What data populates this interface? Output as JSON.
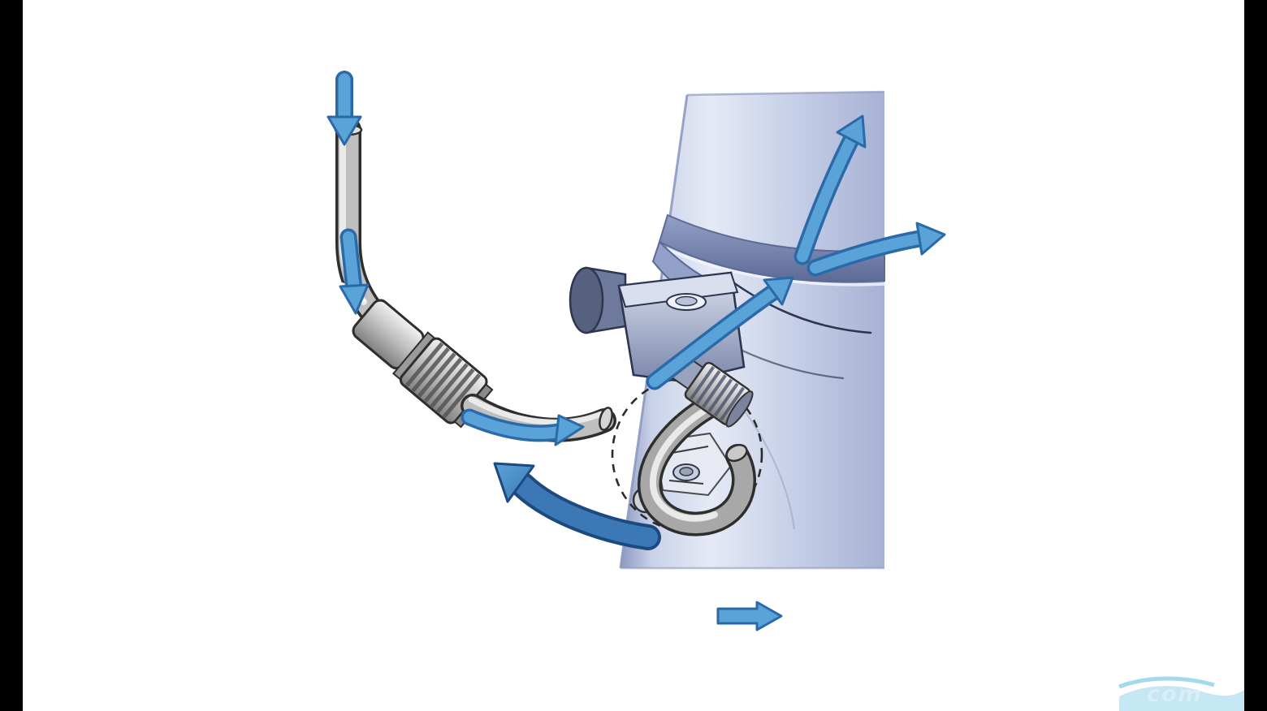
{
  "figure": {
    "alt": "Technical illustration of a garden hose with a threaded coupling connected to a flushing attachment clamped on an outboard motor leg; blue arrows show water flow in through the hose and out around the motor leg."
  },
  "watermark": {
    "text": "com"
  },
  "arrows": [
    {
      "name": "inlet-flow-top",
      "direction": "down"
    },
    {
      "name": "inlet-flow-bend",
      "direction": "down"
    },
    {
      "name": "hose-flow",
      "direction": "right"
    },
    {
      "name": "return-flow-curl",
      "direction": "up-left"
    },
    {
      "name": "bracket-outflow",
      "direction": "up-right"
    },
    {
      "name": "leg-outflow-vertical",
      "direction": "up"
    },
    {
      "name": "leg-outflow-side",
      "direction": "right"
    },
    {
      "name": "bottom-flow",
      "direction": "right"
    }
  ],
  "colors": {
    "background": "#ffffff",
    "side_bars": "#000000",
    "pipe_light": "#e6eaf6",
    "pipe_mid": "#c9d2e9",
    "pipe_dark": "#a7b2d4",
    "pipe_edge": "#8d99c0",
    "clamp_fill": "#93a0c8",
    "clamp_edge": "#5d6a96",
    "bracket_light": "#d9dfee",
    "bracket_dark": "#7b87ab",
    "boss_dark": "#566180",
    "boss_mid": "#6d7a9c",
    "line_dark": "#2e3550",
    "metal_light": "#f2f2f2",
    "metal_mid": "#bdbdbd",
    "metal_dark": "#808080",
    "hose_outline": "#2e2e2e",
    "hose_body": "#bfbfbf",
    "hose_highlight": "#ececec",
    "hook_body": "#a8a8a8",
    "dash_line": "#2b2b2b",
    "arrow_fill": "#5aa3d8",
    "arrow_stroke": "#2a6aa8",
    "arrow_dark_fill": "#3c78b6",
    "arrow_dark_stroke": "#1c4a80",
    "watermark_wave": "#bfe3f2",
    "watermark_wave_line": "#8fd0ea",
    "watermark_text": "#ddf0f9"
  }
}
